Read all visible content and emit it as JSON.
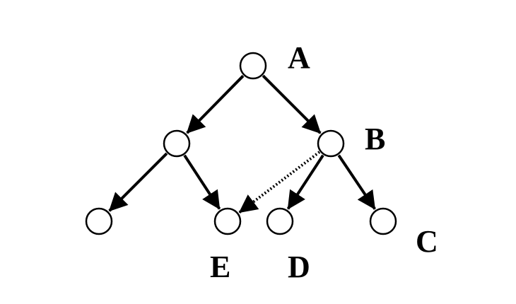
{
  "diagram": {
    "labels": {
      "a": "A",
      "b": "B",
      "c": "C",
      "d": "D",
      "e": "E"
    },
    "edges": [
      {
        "from": "root",
        "to": "left-mid",
        "style": "solid"
      },
      {
        "from": "root",
        "to": "right-mid",
        "style": "solid"
      },
      {
        "from": "left-mid",
        "to": "leaf-1",
        "style": "solid"
      },
      {
        "from": "left-mid",
        "to": "leaf-2",
        "style": "solid"
      },
      {
        "from": "right-mid",
        "to": "leaf-3",
        "style": "solid"
      },
      {
        "from": "right-mid",
        "to": "leaf-4",
        "style": "solid"
      },
      {
        "from": "right-mid",
        "to": "leaf-2",
        "style": "dotted"
      }
    ],
    "colors": {
      "line": "#000000",
      "node_fill": "#ffffff",
      "background": "#ffffff"
    }
  }
}
